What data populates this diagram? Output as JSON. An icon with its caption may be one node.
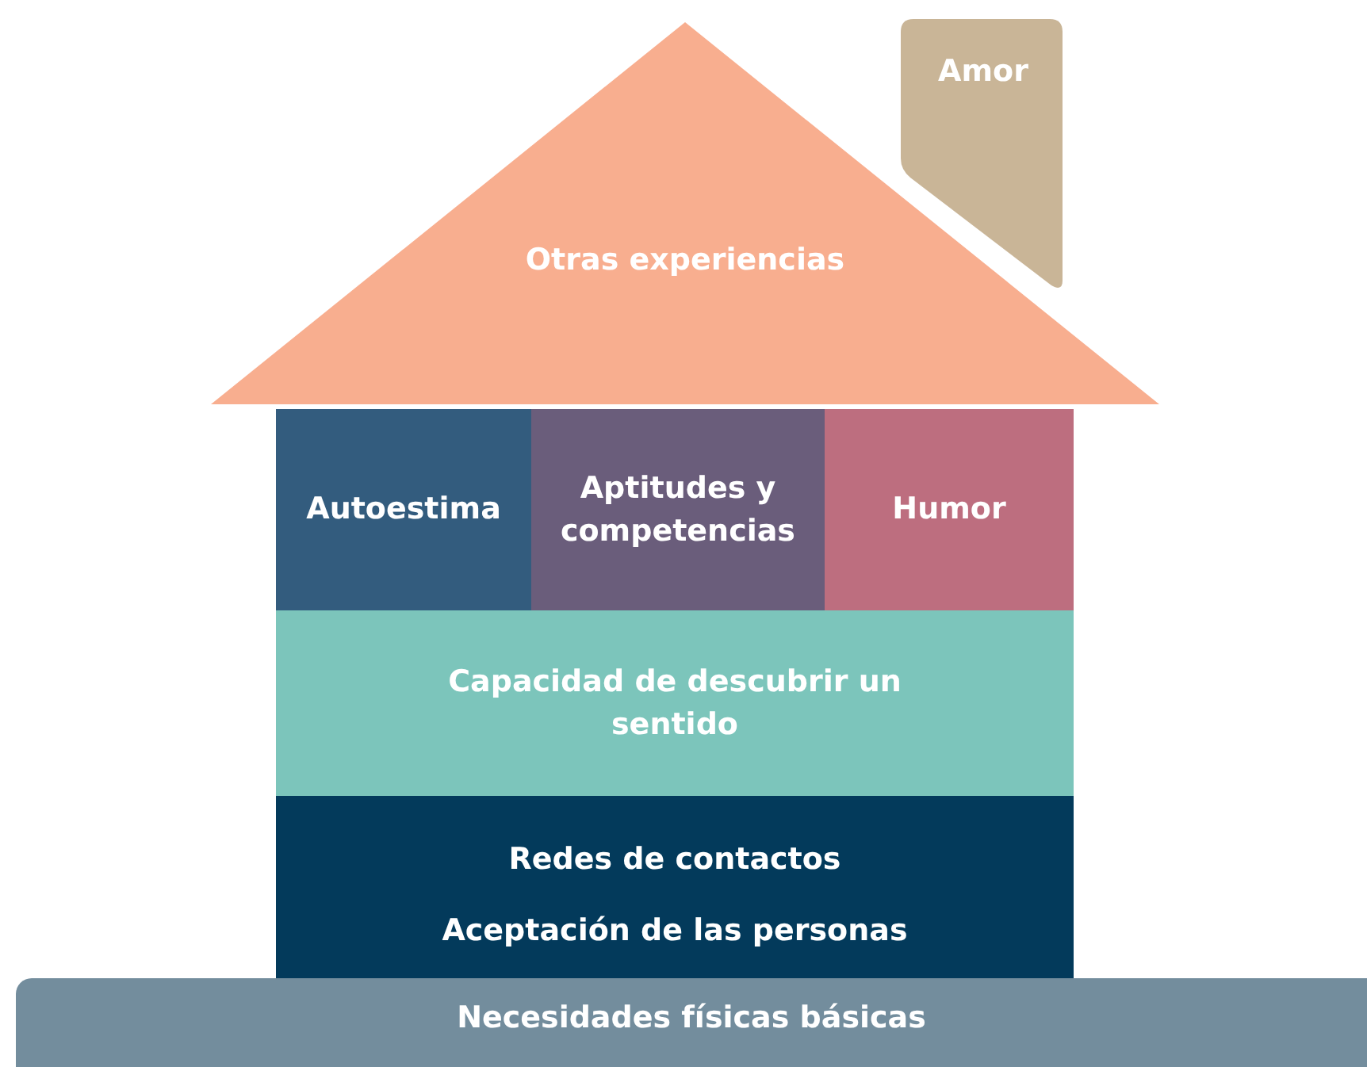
{
  "diagram": {
    "nodes": [
      {
        "text": [
          "Otras experiencias"
        ]
      },
      {
        "text": [
          "Amor"
        ]
      },
      {
        "text": [
          "Autoestima"
        ]
      },
      {
        "text": [
          "Aptitudes y competencias"
        ]
      },
      {
        "text": [
          "Humor"
        ]
      },
      {
        "text": [
          "Capacidad de descubrir un sentido"
        ]
      },
      {
        "text": [
          "Redes de contactos",
          "Aceptación de las personas"
        ]
      },
      {
        "text": [
          "Necesidades físicas básicas"
        ]
      }
    ],
    "edges": []
  }
}
